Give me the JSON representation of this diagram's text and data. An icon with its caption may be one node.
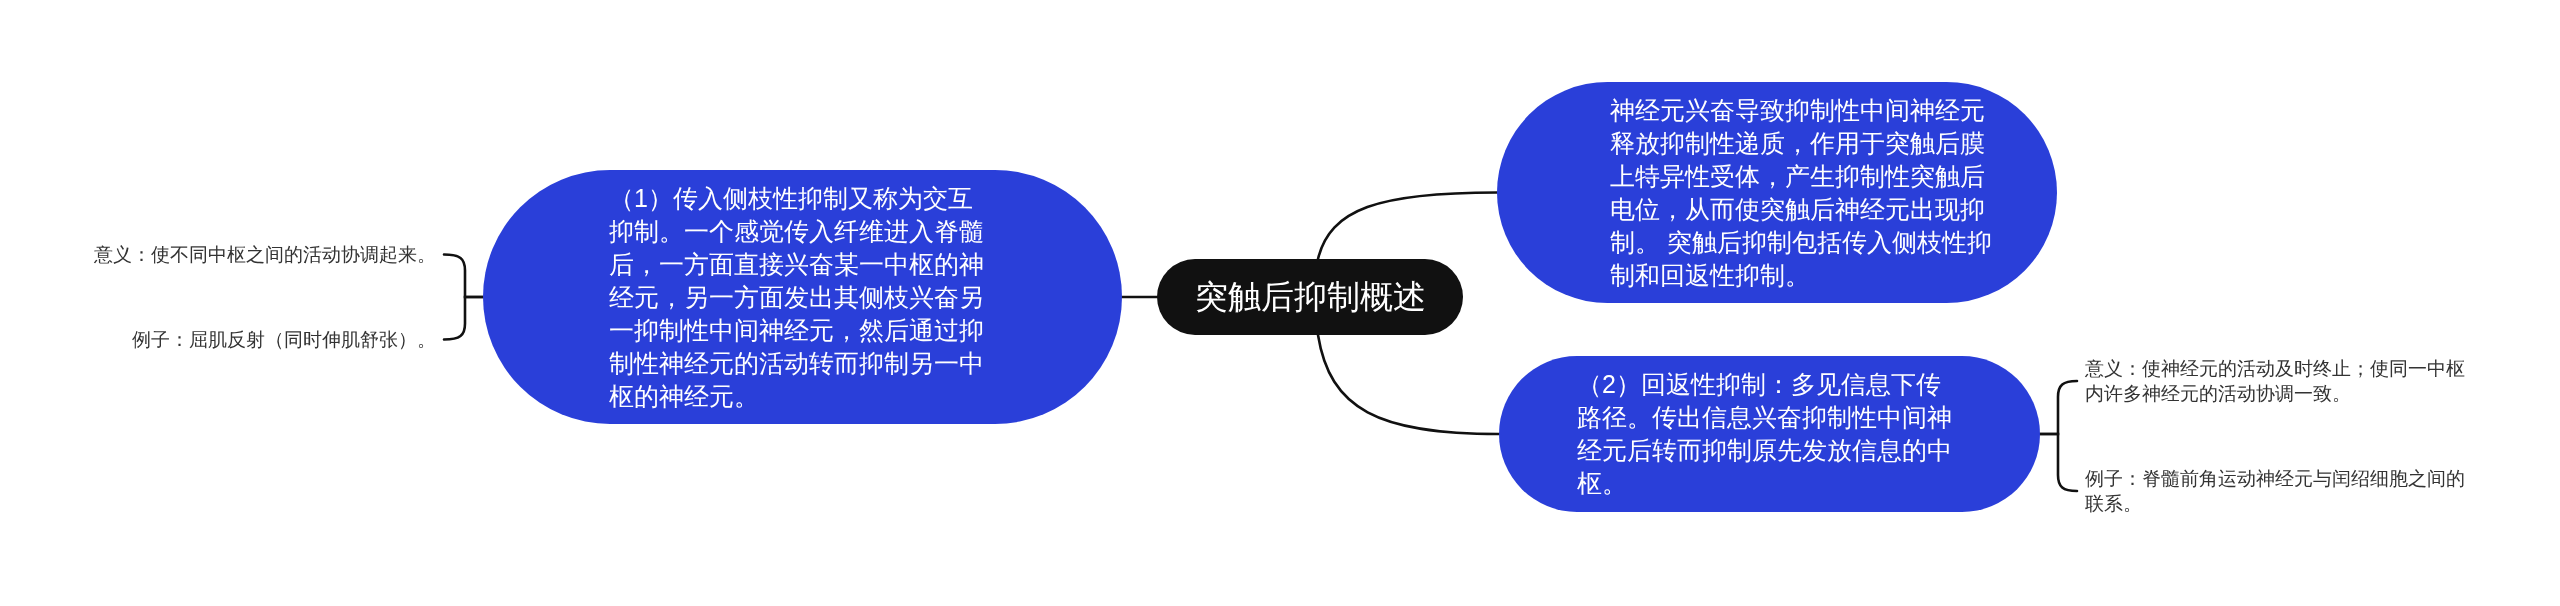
{
  "diagram": {
    "nodes": [
      {
        "text": [
          "突触后抑制概述"
        ]
      },
      {
        "text": [
          "（1）传入侧枝性抑制又称为交互抑制。一个感觉传入纤维进入脊髓后，一方面直接兴奋某一中枢的神经元，另一方面发出其侧枝兴奋另一抑制性中间神经元，然后通过抑制性神经元的活动转而抑制另一中枢的神经元。"
        ]
      },
      {
        "text": [
          "意义：使不同中枢之间的活动协调起来。"
        ]
      },
      {
        "text": [
          "例子：屈肌反射（同时伸肌舒张）。"
        ]
      },
      {
        "text": [
          "神经元兴奋导致抑制性中间神经元释放抑制性递质，作用于突触后膜上特异性受体，产生抑制性突触后电位，从而使突触后神经元出现抑制。 突触后抑制包括传入侧枝性抑制和回返性抑制。"
        ]
      },
      {
        "text": [
          "（2）回返性抑制：多见信息下传路径。传出信息兴奋抑制性中间神经元后转而抑制原先发放信息的中枢。"
        ]
      },
      {
        "text": [
          "意义：使神经元的活动及时终止；使同一中枢内许多神经元的活动协调一致。"
        ]
      },
      {
        "text": [
          "例子：脊髓前角运动神经元与闰绍细胞之间的联系。"
        ]
      }
    ],
    "edges": [
      {
        "from": 0,
        "to": 1,
        "arrow": "none"
      },
      {
        "from": 0,
        "to": 4,
        "arrow": "none"
      },
      {
        "from": 0,
        "to": 5,
        "arrow": "none"
      },
      {
        "from": 1,
        "to": 2,
        "arrow": "none"
      },
      {
        "from": 1,
        "to": 3,
        "arrow": "none"
      },
      {
        "from": 5,
        "to": 6,
        "arrow": "none"
      },
      {
        "from": 5,
        "to": 7,
        "arrow": "none"
      }
    ]
  }
}
